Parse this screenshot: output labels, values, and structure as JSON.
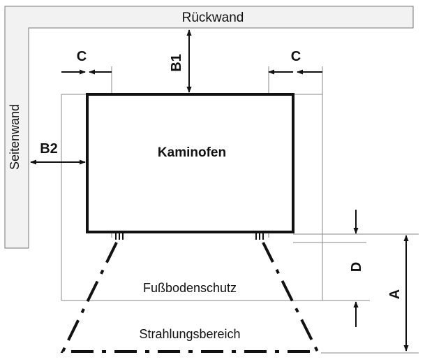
{
  "labels": {
    "rear_wall": "Rückwand",
    "side_wall": "Seitenwand",
    "stove": "Kaminofen",
    "floor_protection": "Fußbodenschutz",
    "radiation_area": "Strahlungsbereich"
  },
  "dimensions": {
    "c_left": "C",
    "c_right": "C",
    "b1": "B1",
    "b2": "B2",
    "d": "D",
    "a": "A"
  },
  "colors": {
    "line": "#111111",
    "wall_fill": "#f2f2f2",
    "thin_line": "#8a8a8a"
  }
}
